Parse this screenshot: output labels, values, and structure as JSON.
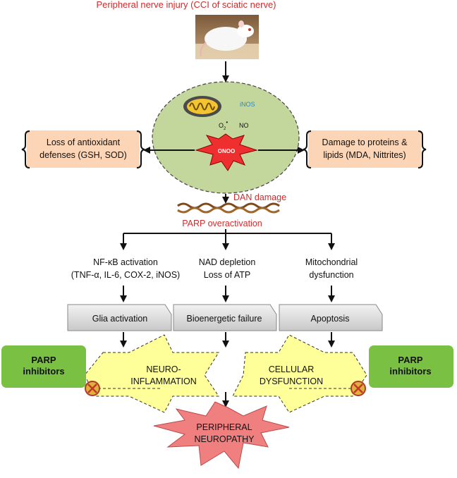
{
  "header": {
    "title": "Peripheral nerve injury (CCI of sciatic nerve)"
  },
  "cell": {
    "inos_label": "iNOS",
    "o2_label": "O",
    "o2_sub": "2",
    "o2_sup": "•",
    "no_label": "NO",
    "onoo_label": "ONOO"
  },
  "left_box": {
    "line1": "Loss of antioxidant",
    "line2": "defenses (GSH, SOD)"
  },
  "right_box": {
    "line1": "Damage to proteins &",
    "line2": "lipids (MDA, Nittrites)"
  },
  "dna": {
    "damage_label": "DAN damage",
    "parp_label": "PARP overactivation"
  },
  "pathways": {
    "left": {
      "line1": "NF-κB activation",
      "line2": "(TNF-α, IL-6, COX-2, iNOS)"
    },
    "center": {
      "line1": "NAD depletion",
      "line2": "Loss of ATP"
    },
    "right": {
      "line1": "Mitochondrial",
      "line2": "dysfunction"
    }
  },
  "outcomes": {
    "glia": "Glia activation",
    "bioenergetic": "Bioenergetic failure",
    "apoptosis": "Apoptosis"
  },
  "stars": {
    "neuro_line1": "NEURO-",
    "neuro_line2": "INFLAMMATION",
    "cellular_line1": "CELLULAR",
    "cellular_line2": "DYSFUNCTION"
  },
  "inhibitors": {
    "left_line1": "PARP",
    "left_line2": "inhibitors",
    "right_line1": "PARP",
    "right_line2": "inhibitors"
  },
  "final": {
    "line1": "PERIPHERAL",
    "line2": "NEUROPATHY"
  },
  "colors": {
    "red_text": "#d42a2a",
    "cell_fill": "#c3d69b",
    "box_fill": "#fbd5b5",
    "green_box": "#7ac143",
    "star_fill": "#ffff99",
    "final_fill": "#f08080",
    "grey_box": "#d9d9d9"
  }
}
